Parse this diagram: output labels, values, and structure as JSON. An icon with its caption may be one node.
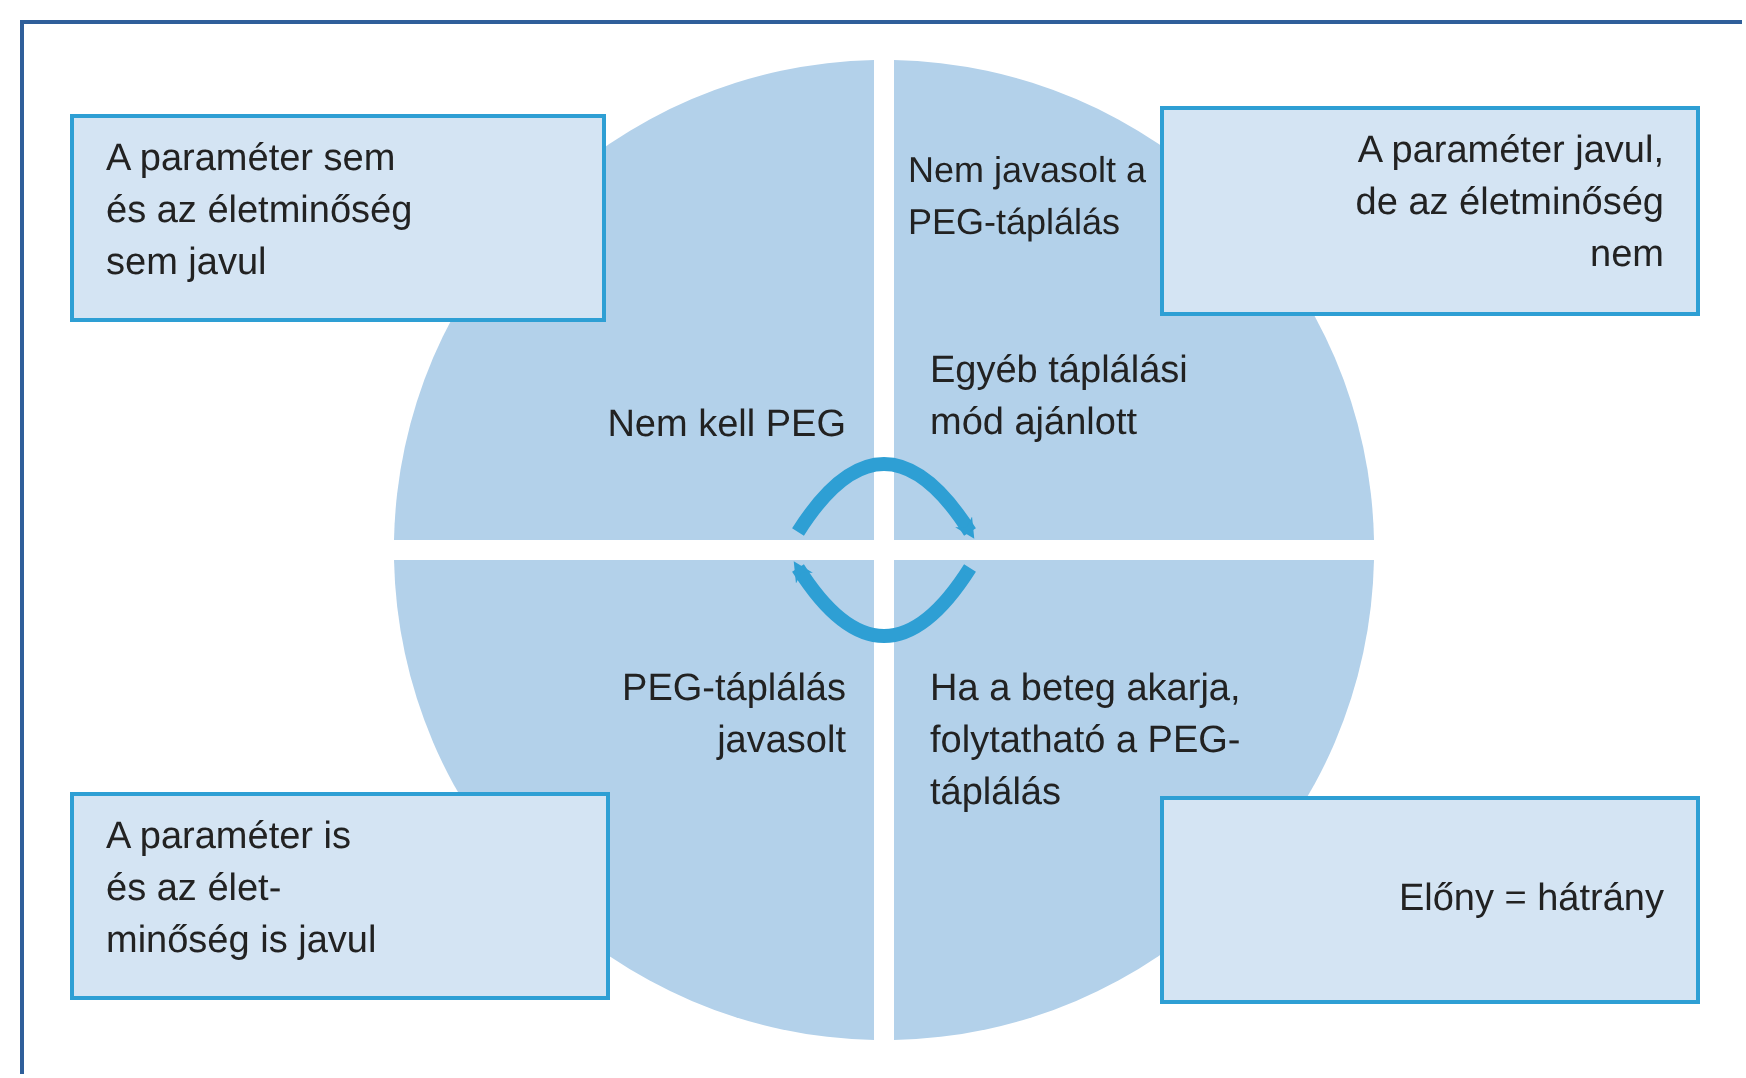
{
  "diagram": {
    "nodes": [
      {
        "text": [
          "A paraméter sem és az életminőség sem javul"
        ]
      },
      {
        "text": [
          "Nem kell PEG"
        ]
      },
      {
        "text": [
          "Nem javasolt a PEG-táplálás",
          "Egyéb táplálási mód ajánlott"
        ]
      },
      {
        "text": [
          "A paraméter javul, de az életminőség nem"
        ]
      },
      {
        "text": [
          "A paraméter is és az élet-minőség is javul"
        ]
      },
      {
        "text": [
          "PEG-táplálás javasolt"
        ]
      },
      {
        "text": [
          "Ha a beteg akarja, folytatható a PEG-táplálás"
        ]
      },
      {
        "text": [
          "Előny = hátrány"
        ]
      }
    ],
    "edges": [
      {
        "from": 1,
        "to": 2,
        "arrow": "to"
      },
      {
        "from": 6,
        "to": 5,
        "arrow": "to"
      }
    ]
  }
}
